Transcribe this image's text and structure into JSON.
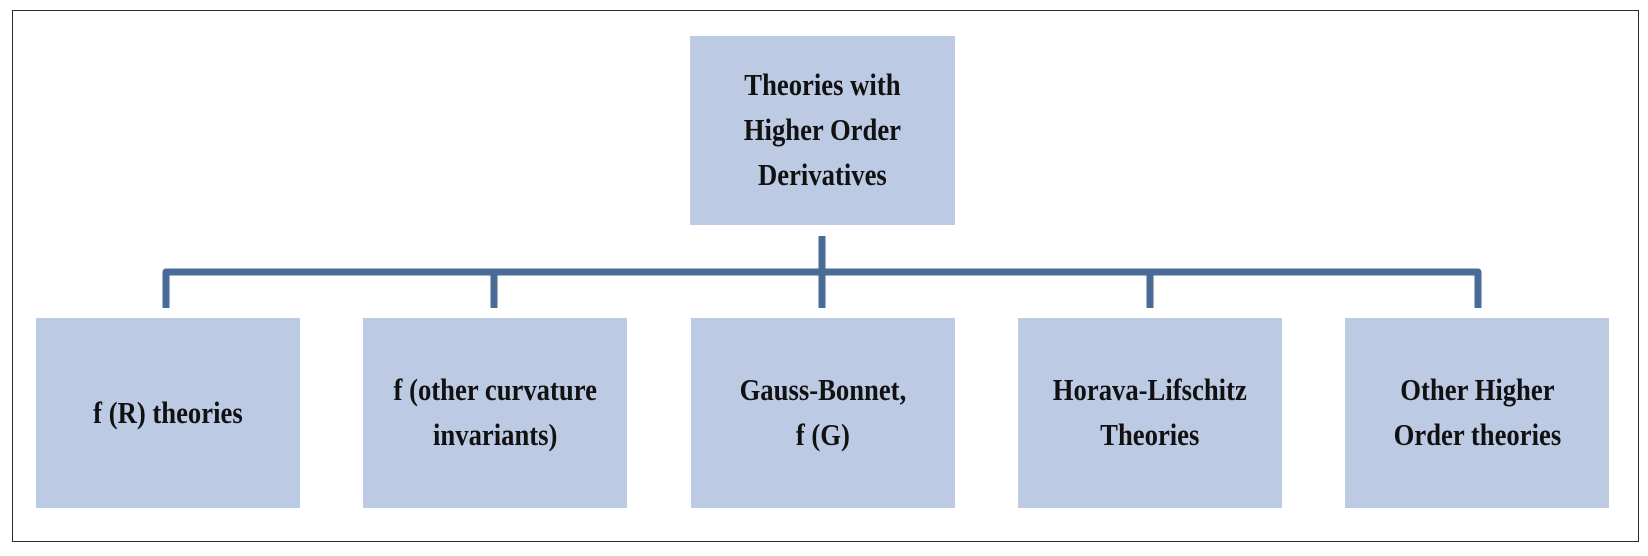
{
  "diagram": {
    "root": {
      "label": "Theories with\nHigher Order\nDerivatives"
    },
    "children": [
      {
        "label": "f (R) theories"
      },
      {
        "label": "f (other curvature\ninvariants)"
      },
      {
        "label": "Gauss-Bonnet,\nf (G)"
      },
      {
        "label": "Horava-Lifschitz\nTheories"
      },
      {
        "label": "Other Higher\nOrder theories"
      }
    ],
    "colors": {
      "box_fill": "#bccbe3",
      "connector": "#4a6a97",
      "frame_border": "#2b2b2b",
      "text": "#111111"
    }
  }
}
